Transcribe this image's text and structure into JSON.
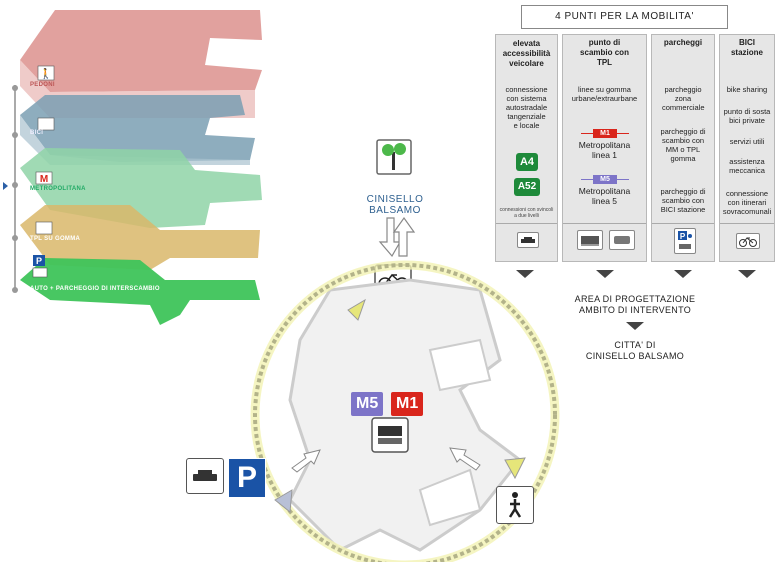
{
  "table": {
    "title": "4 PUNTI PER LA MOBILITA'",
    "columns": [
      {
        "head": "elevata accessibilità veicolare",
        "lines": [
          "connessione",
          "con sistema",
          "autostradale",
          "tangenziale",
          "e locale"
        ],
        "badges": [
          "A4",
          "A52"
        ],
        "note": "connessioni con svincoli a due livelli",
        "icon": "car-icon"
      },
      {
        "head": "punto di scambio con TPL",
        "lines": [
          "linee su gomma",
          "urbane/extraurbane"
        ],
        "metro": [
          {
            "logo": "M1",
            "name": "Metropolitana",
            "line": "linea 1",
            "color": "#d9261c"
          },
          {
            "logo": "M5",
            "name": "Metropolitana",
            "line": "linea 5",
            "color": "#7d74c8"
          }
        ],
        "icons": [
          "tram-icon",
          "bus-icon"
        ]
      },
      {
        "head": "parcheggi",
        "items": [
          "parcheggio zona commerciale",
          "parcheggio di scambio con MM o TPL gomma",
          "parcheggio di scambio con BICI stazione"
        ],
        "icon": "parking-icon"
      },
      {
        "head": "BICI stazione",
        "items": [
          "bike sharing",
          "punto di sosta bici private",
          "servizi utili",
          "assistenza meccanica",
          "connessione con itinerari sovracomunali"
        ],
        "icon": "bicycle-icon"
      }
    ]
  },
  "flow": {
    "area_line1": "AREA DI PROGETTAZIONE",
    "area_line2": "AMBITO DI INTERVENTO",
    "city_line1": "CITTA' DI",
    "city_line2": "CINISELLO BALSAMO"
  },
  "diagram": {
    "town_line1": "CINISELLO",
    "town_line2": "BALSAMO",
    "metro_logos": [
      {
        "label": "M5",
        "color": "#7d74c8"
      },
      {
        "label": "M1",
        "color": "#d9261c"
      }
    ],
    "parking_letter": "P"
  },
  "layers": [
    {
      "label": "PEDONI",
      "color": "#d98a86",
      "icon": "pedestrian-icon"
    },
    {
      "label": "BICI",
      "color": "#7a9fb3",
      "icon": "bicycle-icon"
    },
    {
      "label": "METROPOLITANA",
      "color": "#8fd4a7",
      "icon": "metro-icon",
      "logo": "M"
    },
    {
      "label": "TPL SU GOMMA",
      "color": "#d9b76a",
      "icon": "bus-icon"
    },
    {
      "label": "AUTO + PARCHEGGIO DI INTERSCAMBIO",
      "color": "#3ec45a",
      "icon": "parking-icon",
      "logo": "P"
    }
  ]
}
